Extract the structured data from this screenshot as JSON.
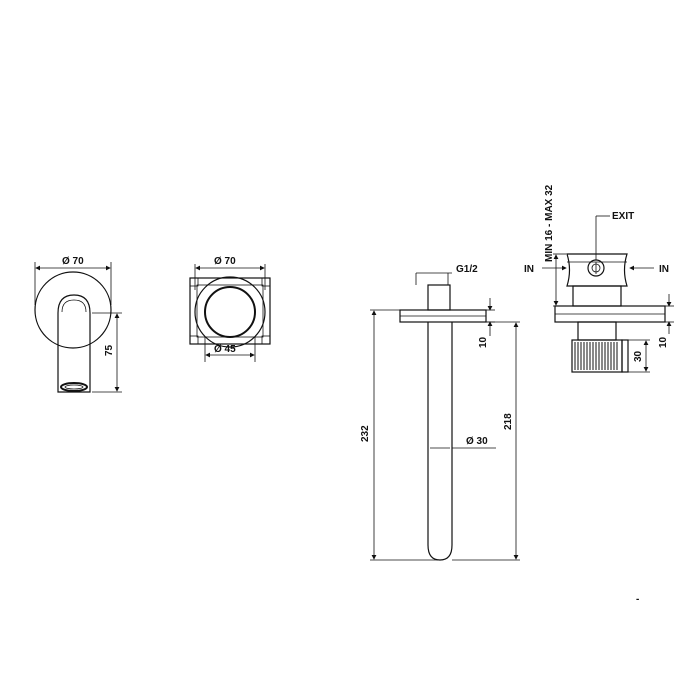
{
  "views": {
    "front_spout": {
      "diameter": "Ø 70",
      "depth": "75"
    },
    "front_plate": {
      "diameter_outer": "Ø 70",
      "diameter_inner": "Ø 45"
    },
    "side_spout": {
      "thread": "G1/2",
      "plate_thickness": "10",
      "length_total": "232",
      "length_spout": "218",
      "spout_diameter": "Ø 30"
    },
    "valve_body": {
      "wall_range": "MIN 16 - MAX 32",
      "exit_label": "EXIT",
      "inlet_left": "IN",
      "inlet_right": "IN",
      "plate_thickness": "10",
      "knob_length": "30"
    }
  },
  "extra_mark": "-"
}
